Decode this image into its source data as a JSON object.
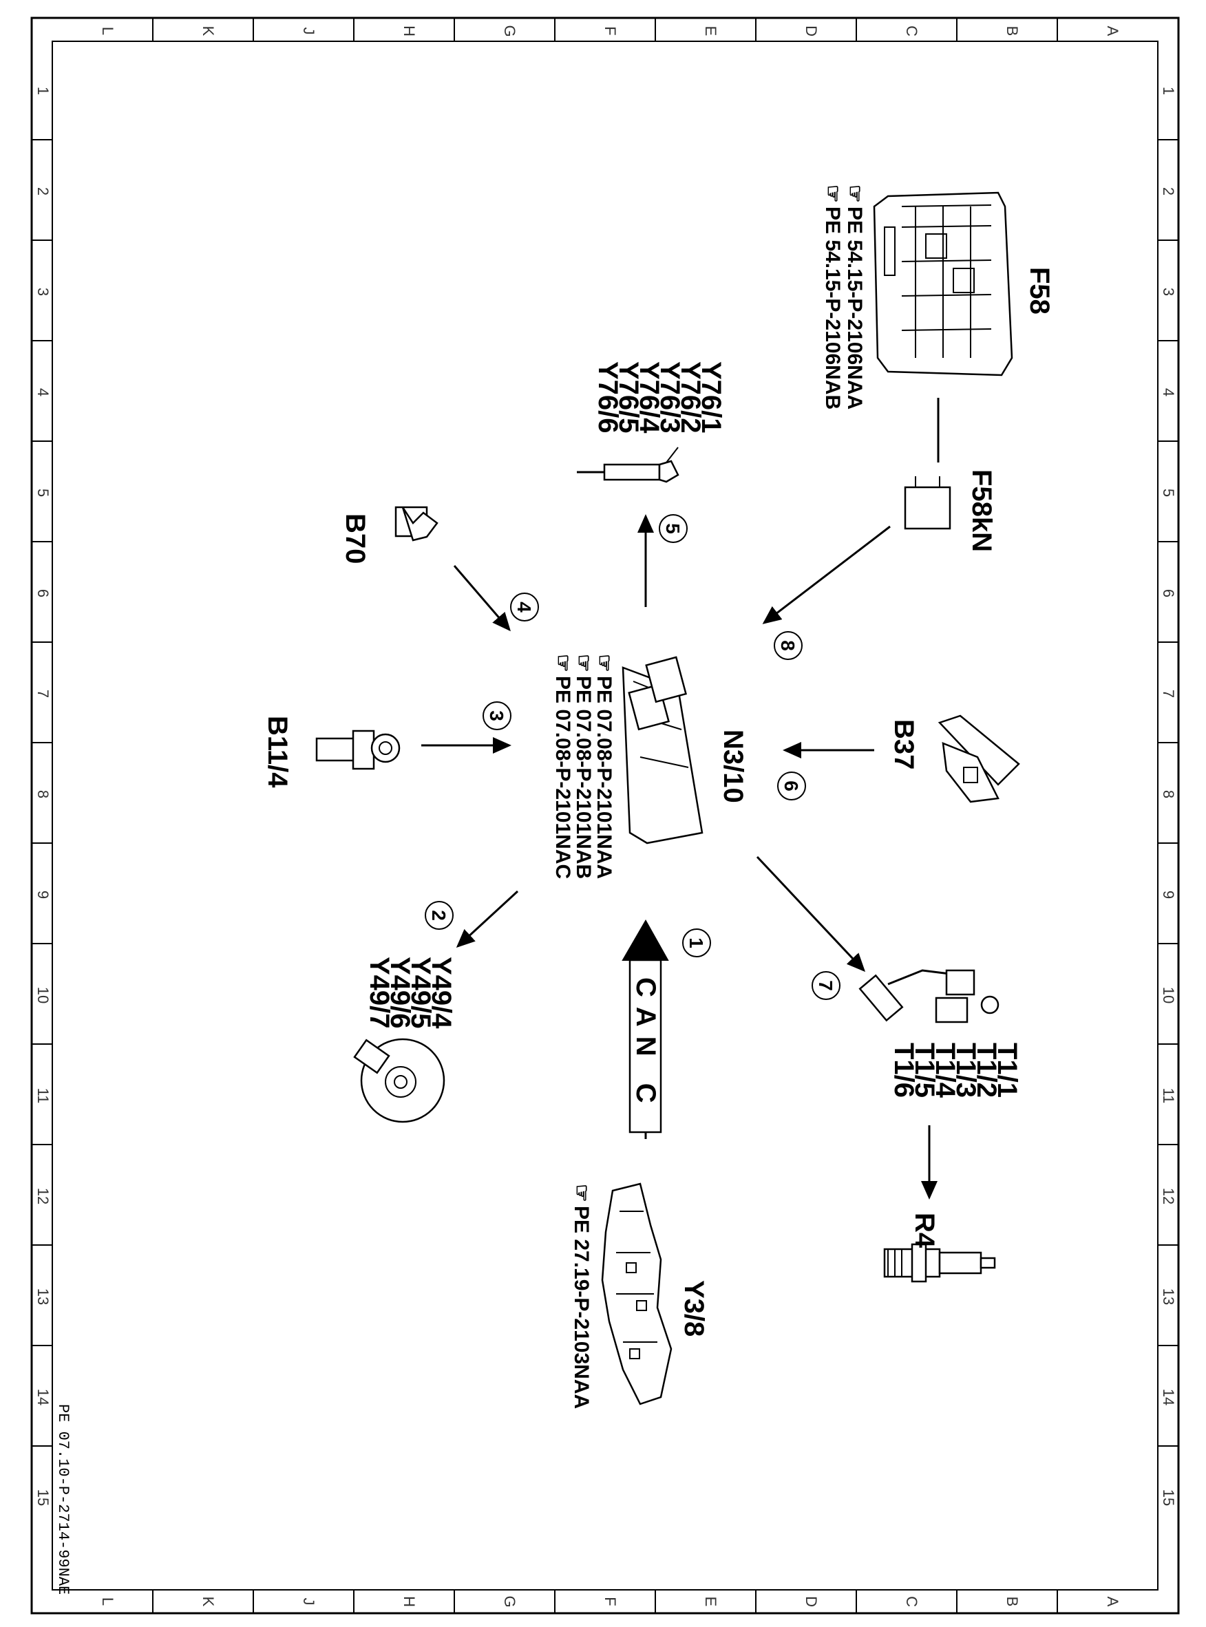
{
  "document": {
    "code": "PE 07.10-P-2714-99NAE"
  },
  "grid": {
    "letters": [
      "L",
      "K",
      "J",
      "H",
      "G",
      "F",
      "E",
      "D",
      "C",
      "B",
      "A"
    ],
    "numbers": [
      "1",
      "2",
      "3",
      "4",
      "5",
      "6",
      "7",
      "8",
      "9",
      "10",
      "11",
      "12",
      "13",
      "14",
      "15"
    ]
  },
  "components": {
    "f58": {
      "label": "F58",
      "refs": [
        "PE 54.15-P-2106NAA",
        "PE 54.15-P-2106NAB"
      ]
    },
    "f58kn": {
      "label": "F58kN"
    },
    "y76": {
      "labels": [
        "Y76/1",
        "Y76/2",
        "Y76/3",
        "Y76/4",
        "Y76/5",
        "Y76/6"
      ]
    },
    "b70": {
      "label": "B70"
    },
    "n3_10": {
      "label": "N3/10",
      "refs": [
        "PE 07.08-P-2101NAA",
        "PE 07.08-P-2101NAB",
        "PE 07.08-P-2101NAC"
      ]
    },
    "b11_4": {
      "label": "B11/4"
    },
    "b37": {
      "label": "B37"
    },
    "y49": {
      "labels": [
        "Y49/4",
        "Y49/5",
        "Y49/6",
        "Y49/7"
      ]
    },
    "can": {
      "label": "CAN C"
    },
    "t1": {
      "labels": [
        "T1/1",
        "T1/2",
        "T1/3",
        "T1/4",
        "T1/5",
        "T1/6"
      ]
    },
    "r4": {
      "label": "R4"
    },
    "y3_8": {
      "label": "Y3/8",
      "refs": [
        "PE 27.19-P-2103NAA"
      ]
    }
  },
  "signal_numbers": [
    "1",
    "2",
    "3",
    "4",
    "5",
    "6",
    "7",
    "8"
  ]
}
